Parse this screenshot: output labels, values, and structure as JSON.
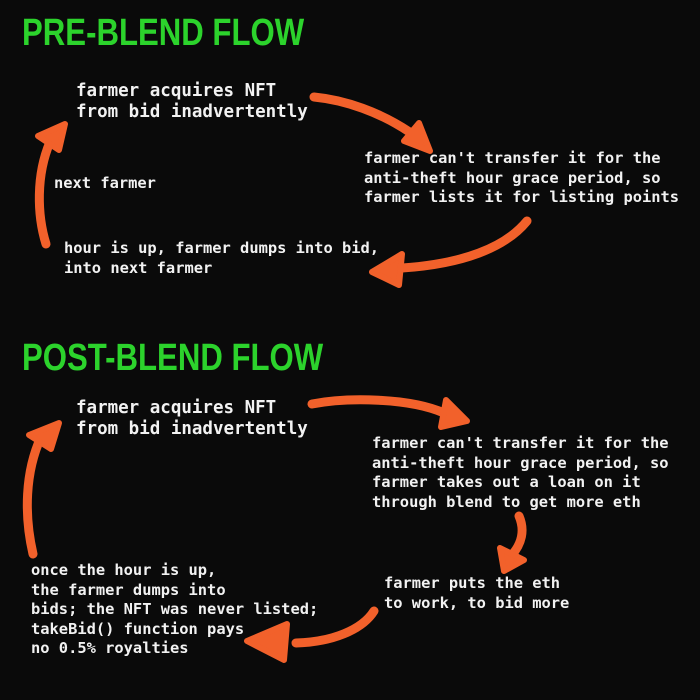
{
  "colors": {
    "background": "#0a0a0a",
    "heading_green": "#2cd32c",
    "arrow_orange": "#f2612b",
    "text_white": "#f2f2f2"
  },
  "pre_blend": {
    "title": "PRE-BLEND FLOW",
    "node_acquire": "farmer acquires NFT\nfrom bid inadvertently",
    "node_transfer": "farmer can't transfer it for the\nanti-theft hour grace period, so\nfarmer lists it for listing points",
    "node_next_farmer": "next farmer",
    "node_dump": "hour is up, farmer dumps into bid,\ninto next farmer"
  },
  "post_blend": {
    "title": "POST-BLEND FLOW",
    "node_acquire": "farmer acquires NFT\nfrom bid inadvertently",
    "node_loan": "farmer can't transfer it for the\nanti-theft hour grace period, so\nfarmer takes out a loan on it\nthrough blend to get more eth",
    "node_bid_more": "farmer puts the eth\nto work, to bid more",
    "node_dump": "once the hour is up,\nthe farmer dumps into\nbids; the NFT was never listed;\ntakeBid() function pays\nno 0.5% royalties"
  }
}
